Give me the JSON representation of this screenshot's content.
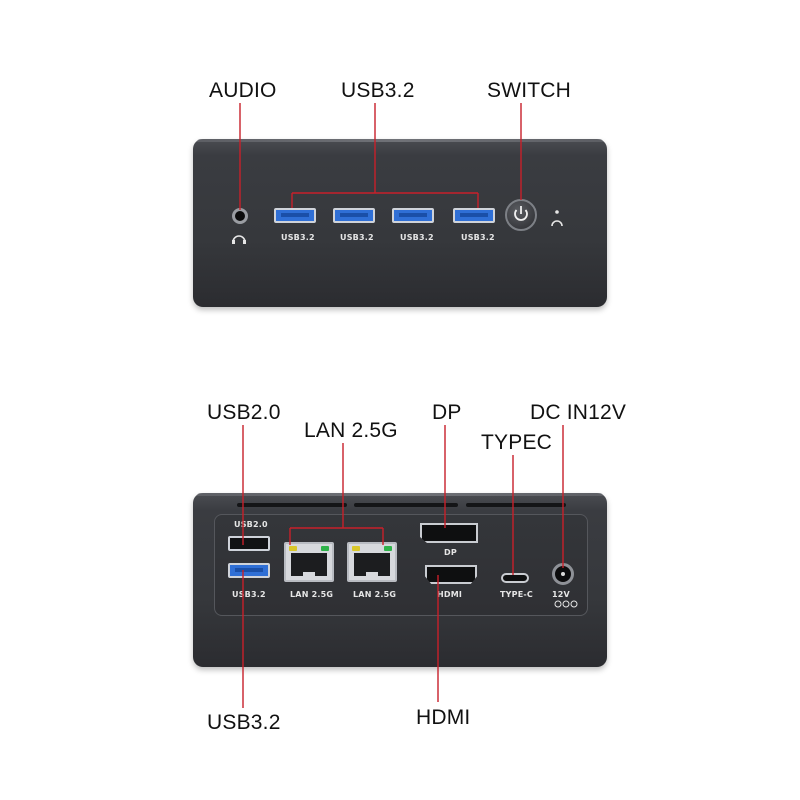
{
  "front": {
    "callouts": {
      "audio": "AUDIO",
      "usb32": "USB3.2",
      "switch": "SWITCH"
    },
    "port_labels": [
      "USB3.2",
      "USB3.2",
      "USB3.2",
      "USB3.2"
    ]
  },
  "rear": {
    "callouts": {
      "usb20": "USB2.0",
      "lan": "LAN 2.5G",
      "dp": "DP",
      "typec": "TYPEC",
      "dcin": "DC IN12V",
      "usb32": "USB3.2",
      "hdmi": "HDMI"
    },
    "port_labels": {
      "usb20": "USB2.0",
      "usb32": "USB3.2",
      "lan1": "LAN 2.5G",
      "lan2": "LAN 2.5G",
      "dp": "DP",
      "hdmi": "HDMI",
      "typec": "TYPE-C",
      "dc": "12V"
    }
  },
  "colors": {
    "leader_line": "#c8202a",
    "chassis": "#36383c",
    "usb3_blue": "#2f6fd6"
  }
}
